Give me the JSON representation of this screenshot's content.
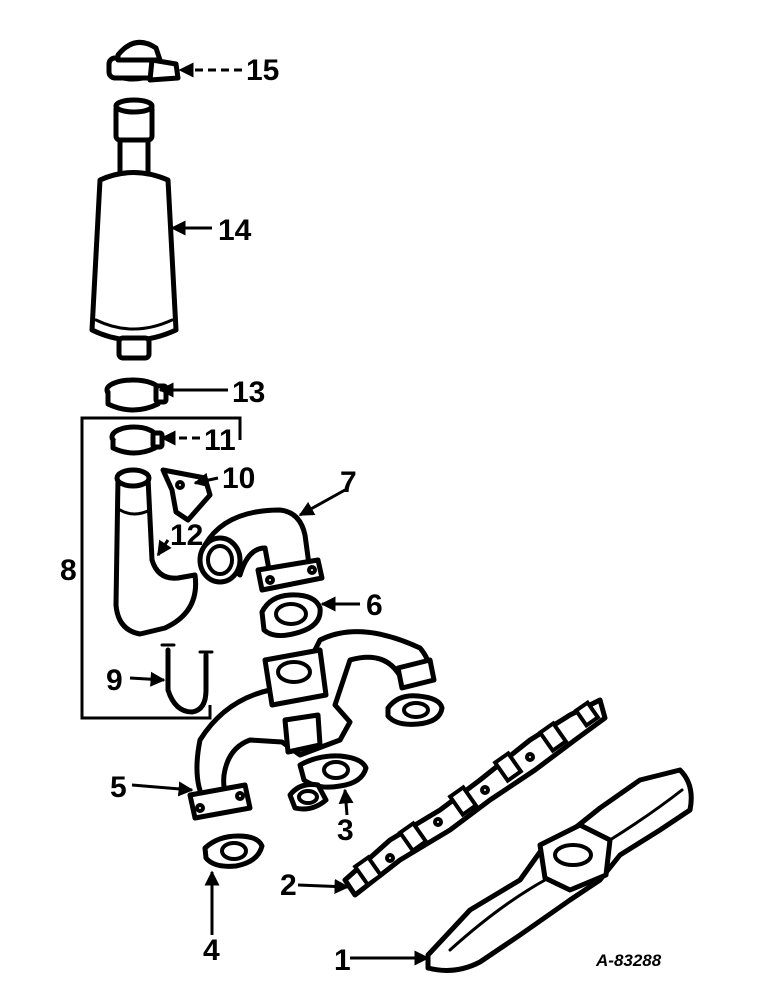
{
  "callouts": {
    "c1": "1",
    "c2": "2",
    "c3": "3",
    "c4": "4",
    "c5": "5",
    "c6": "6",
    "c7": "7",
    "c8": "8",
    "c9": "9",
    "c10": "10",
    "c11": "11",
    "c12": "12",
    "c13": "13",
    "c14": "14",
    "c15": "15"
  },
  "drawing_ref": "A-83288"
}
